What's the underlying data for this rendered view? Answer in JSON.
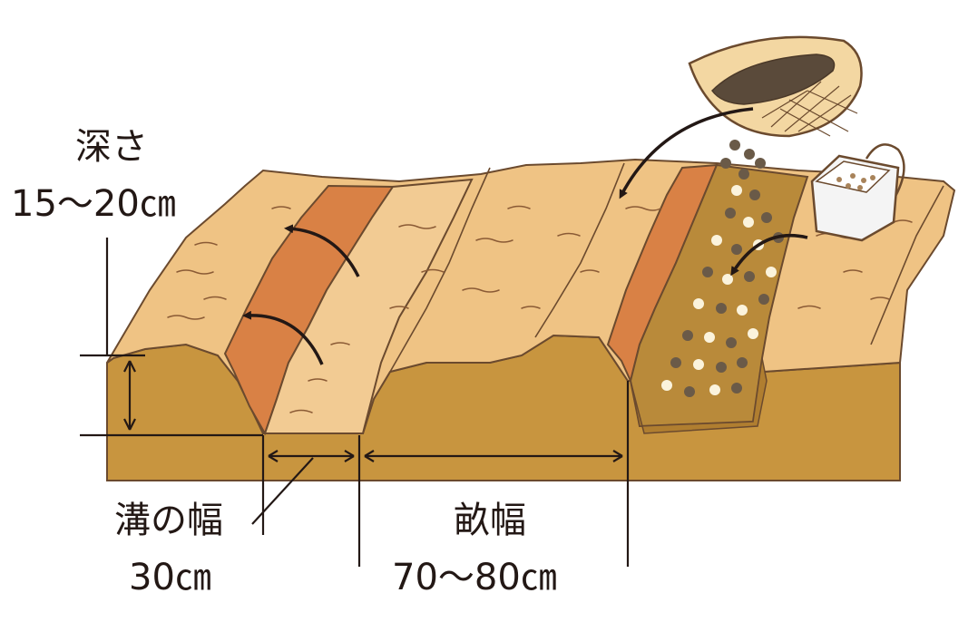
{
  "labels": {
    "depth_title": "深さ",
    "depth_value": "15～20㎝",
    "trench_title": "溝の幅",
    "trench_value": "30㎝",
    "ridge_title": "畝幅",
    "ridge_value": "70～80㎝"
  },
  "colors": {
    "soil_top": "#efc384",
    "soil_side": "#c8953f",
    "furrow": "#d98145",
    "outline": "#6b4a2e",
    "compost": "#5a4a3a",
    "fertilizer_light": "#fbf3dc",
    "fertilizer_dark": "#6a5a48"
  },
  "icons": [
    "basket-icon",
    "fertilizer-bag-icon",
    "arrow-icon"
  ]
}
